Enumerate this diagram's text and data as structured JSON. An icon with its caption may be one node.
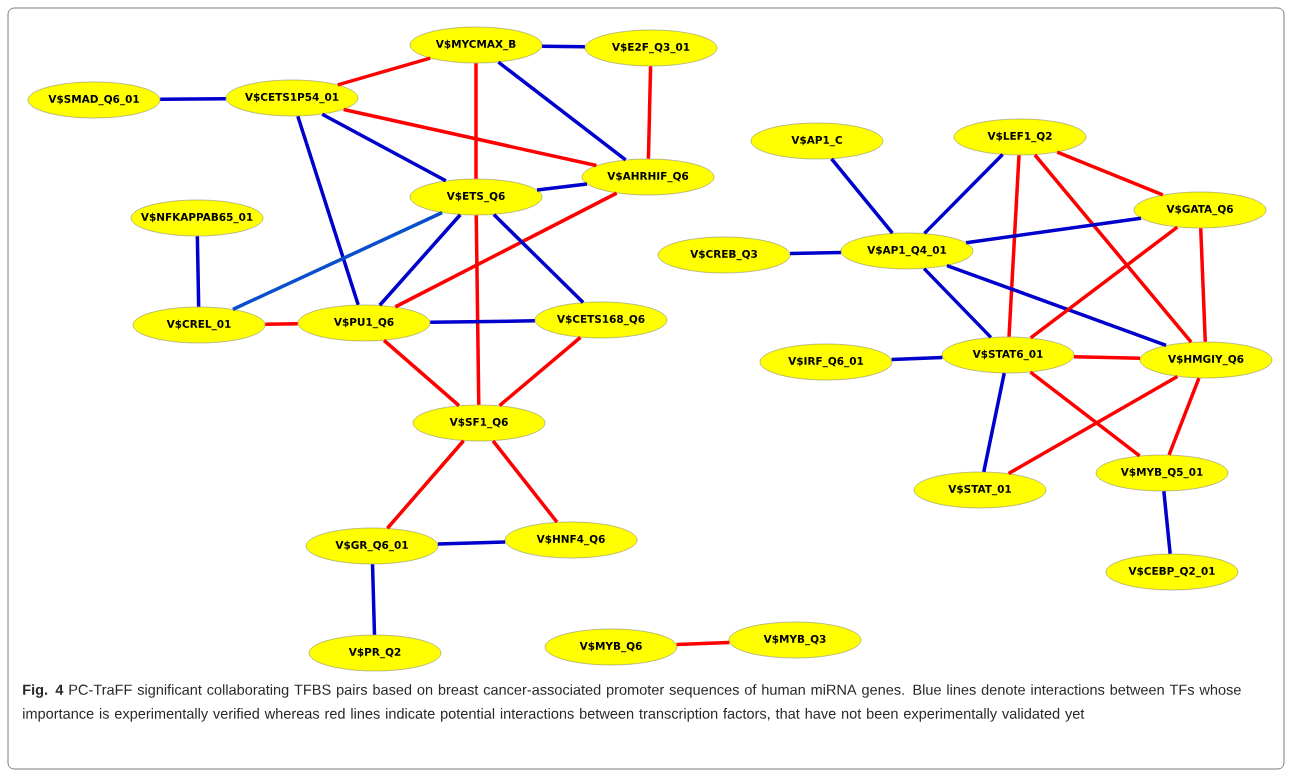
{
  "diagram": {
    "caption": "**Fig. 4** PC-TraFF significant collaborating TFBS pairs based on breast cancer-associated promoter sequences of human miRNA genes. Blue lines denote interactions between TFs whose importance is experimentally verified whereas red lines indicate potential interactions between transcription factors, that have not been experimentally validated yet",
    "nodes": [
      {
        "text": [
          "V$MYCMAX_B"
        ]
      },
      {
        "text": [
          "V$E2F_Q3_01"
        ]
      },
      {
        "text": [
          "V$SMAD_Q6_01"
        ]
      },
      {
        "text": [
          "V$CETS1P54_01"
        ]
      },
      {
        "text": [
          "V$AP1_C"
        ]
      },
      {
        "text": [
          "V$LEF1_Q2"
        ]
      },
      {
        "text": [
          "V$AHRHIF_Q6"
        ]
      },
      {
        "text": [
          "V$ETS_Q6"
        ]
      },
      {
        "text": [
          "V$NFKAPPAB65_01"
        ]
      },
      {
        "text": [
          "V$GATA_Q6"
        ]
      },
      {
        "text": [
          "V$CREB_Q3"
        ]
      },
      {
        "text": [
          "V$AP1_Q4_01"
        ]
      },
      {
        "text": [
          "V$CREL_01"
        ]
      },
      {
        "text": [
          "V$PU1_Q6"
        ]
      },
      {
        "text": [
          "V$CETS168_Q6"
        ]
      },
      {
        "text": [
          "V$IRF_Q6_01"
        ]
      },
      {
        "text": [
          "V$STAT6_01"
        ]
      },
      {
        "text": [
          "V$HMGIY_Q6"
        ]
      },
      {
        "text": [
          "V$SF1_Q6"
        ]
      },
      {
        "text": [
          "V$MYB_Q5_01"
        ]
      },
      {
        "text": [
          "V$STAT_01"
        ]
      },
      {
        "text": [
          "V$HNF4_Q6"
        ]
      },
      {
        "text": [
          "V$GR_Q6_01"
        ]
      },
      {
        "text": [
          "V$CEBP_Q2_01"
        ]
      },
      {
        "text": [
          "V$MYB_Q6"
        ]
      },
      {
        "text": [
          "V$MYB_Q3"
        ]
      },
      {
        "text": [
          "V$PR_Q2"
        ]
      }
    ],
    "edges": [
      {
        "from": 0,
        "to": 1,
        "arrow": "none"
      },
      {
        "from": 0,
        "to": 3,
        "arrow": "none",
        "color": "#ff0000"
      },
      {
        "from": 0,
        "to": 7,
        "arrow": "none",
        "color": "#ff0000"
      },
      {
        "from": 0,
        "to": 6,
        "arrow": "none"
      },
      {
        "from": 1,
        "to": 6,
        "arrow": "none",
        "color": "#ff0000"
      },
      {
        "from": 2,
        "to": 3,
        "arrow": "none"
      },
      {
        "from": 3,
        "to": 7,
        "arrow": "none"
      },
      {
        "from": 3,
        "to": 6,
        "arrow": "none",
        "color": "#ff0000"
      },
      {
        "from": 3,
        "to": 13,
        "arrow": "none"
      },
      {
        "from": 7,
        "to": 6,
        "arrow": "none"
      },
      {
        "from": 8,
        "to": 12,
        "arrow": "none"
      },
      {
        "from": 7,
        "to": 12,
        "arrow": "none",
        "color": "#0a4fcc"
      },
      {
        "from": 7,
        "to": 13,
        "arrow": "none"
      },
      {
        "from": 6,
        "to": 13,
        "arrow": "none",
        "color": "#ff0000"
      },
      {
        "from": 7,
        "to": 18,
        "arrow": "none",
        "color": "#ff0000"
      },
      {
        "from": 7,
        "to": 14,
        "arrow": "none"
      },
      {
        "from": 12,
        "to": 13,
        "arrow": "none",
        "color": "#ff0000"
      },
      {
        "from": 13,
        "to": 14,
        "arrow": "none"
      },
      {
        "from": 13,
        "to": 18,
        "arrow": "none",
        "color": "#ff0000"
      },
      {
        "from": 14,
        "to": 18,
        "arrow": "none",
        "color": "#ff0000"
      },
      {
        "from": 18,
        "to": 22,
        "arrow": "none",
        "color": "#ff0000"
      },
      {
        "from": 18,
        "to": 21,
        "arrow": "none",
        "color": "#ff0000"
      },
      {
        "from": 22,
        "to": 21,
        "arrow": "none"
      },
      {
        "from": 22,
        "to": 26,
        "arrow": "none"
      },
      {
        "from": 24,
        "to": 25,
        "arrow": "none",
        "color": "#ff0000"
      },
      {
        "from": 4,
        "to": 11,
        "arrow": "none"
      },
      {
        "from": 5,
        "to": 11,
        "arrow": "none"
      },
      {
        "from": 5,
        "to": 16,
        "arrow": "none",
        "color": "#ff0000"
      },
      {
        "from": 5,
        "to": 17,
        "arrow": "none",
        "color": "#ff0000"
      },
      {
        "from": 5,
        "to": 9,
        "arrow": "none",
        "color": "#ff0000"
      },
      {
        "from": 10,
        "to": 11,
        "arrow": "none"
      },
      {
        "from": 11,
        "to": 9,
        "arrow": "none"
      },
      {
        "from": 11,
        "to": 16,
        "arrow": "none"
      },
      {
        "from": 11,
        "to": 17,
        "arrow": "none"
      },
      {
        "from": 9,
        "to": 16,
        "arrow": "none",
        "color": "#ff0000"
      },
      {
        "from": 9,
        "to": 17,
        "arrow": "none",
        "color": "#ff0000"
      },
      {
        "from": 15,
        "to": 16,
        "arrow": "none"
      },
      {
        "from": 16,
        "to": 17,
        "arrow": "none",
        "color": "#ff0000"
      },
      {
        "from": 16,
        "to": 20,
        "arrow": "none"
      },
      {
        "from": 16,
        "to": 19,
        "arrow": "none",
        "color": "#ff0000"
      },
      {
        "from": 17,
        "to": 20,
        "arrow": "none",
        "color": "#ff0000"
      },
      {
        "from": 17,
        "to": 19,
        "arrow": "none",
        "color": "#ff0000"
      },
      {
        "from": 19,
        "to": 23,
        "arrow": "none"
      }
    ]
  }
}
